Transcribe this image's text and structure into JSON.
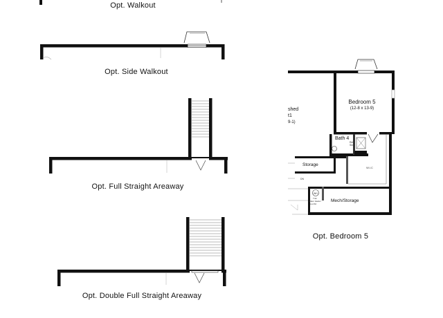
{
  "captions": {
    "walkout": "Opt. Walkout",
    "side_walkout": "Opt. Side Walkout",
    "full_straight_areaway": "Opt. Full Straight Areaway",
    "double_full_straight_areaway": "Opt. Double Full Straight Areaway",
    "bedroom5": "Opt. Bedroom 5"
  },
  "rooms": {
    "bedroom5_name": "Bedroom 5",
    "bedroom5_dims": "(12-8 x 13-9)",
    "finished_partial_1": "shed",
    "finished_partial_2": "t1",
    "finished_partial_3": "9-1)",
    "bath4": "Bath 4",
    "bath4_note_1": "Ret.",
    "bath4_note_2": "Sink",
    "wic": "W.I.C",
    "storage": "Storage",
    "mech_storage": "Mech/Storage",
    "dn": "DN",
    "wh": "WH",
    "water_heater_1": "Tnkl",
    "water_heater_2": "Water Heater",
    "water_heater_3": "Loc/Alt"
  },
  "icons": [
    "window-well-icon",
    "door-swing-icon",
    "stair-treads-icon",
    "sink-icon",
    "shower-icon"
  ]
}
